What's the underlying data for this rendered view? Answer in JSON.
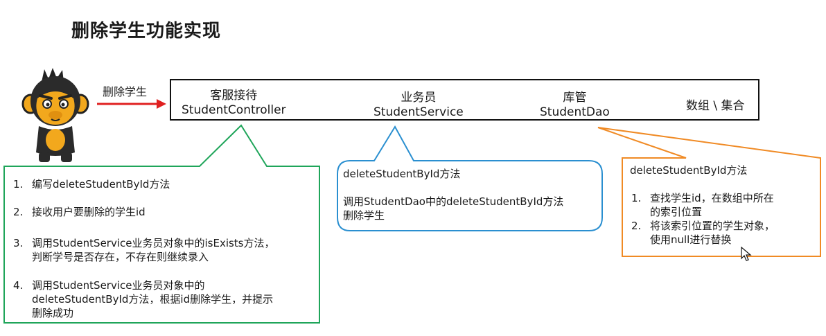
{
  "title": "删除学生功能实现",
  "arrow_label": "删除学生",
  "flow": [
    {
      "role": "客服接待",
      "name": "StudentController"
    },
    {
      "role": "业务员",
      "name": "StudentService"
    },
    {
      "role": "库管",
      "name": "StudentDao"
    },
    {
      "role": "",
      "name": "数组 \\ 集合"
    }
  ],
  "controller_steps": [
    {
      "num": "1.",
      "lines": [
        "编写deleteStudentById方法"
      ]
    },
    {
      "num": "2.",
      "lines": [
        "接收用户要删除的学生id"
      ]
    },
    {
      "num": "3.",
      "lines": [
        "调用StudentService业务员对象中的isExists方法，",
        "判断学号是否存在，不存在则继续录入"
      ]
    },
    {
      "num": "4.",
      "lines": [
        "调用StudentService业务员对象中的",
        "deleteStudentById方法，根据id删除学生，并提示",
        "删除成功"
      ]
    }
  ],
  "service_note": {
    "title": "deleteStudentById方法",
    "lines": [
      "调用StudentDao中的deleteStudentById方法",
      "删除学生"
    ]
  },
  "dao_note": {
    "title": "deleteStudentById方法",
    "steps": [
      {
        "num": "1.",
        "lines": [
          "查找学生id，在数组中所在",
          "的索引位置"
        ]
      },
      {
        "num": "2.",
        "lines": [
          "将该索引位置的学生对象，",
          "使用null进行替换"
        ]
      }
    ]
  },
  "colors": {
    "green": "#1fa55a",
    "blue": "#2a8fd0",
    "orange": "#f08a24",
    "arrow": "#e02020"
  }
}
